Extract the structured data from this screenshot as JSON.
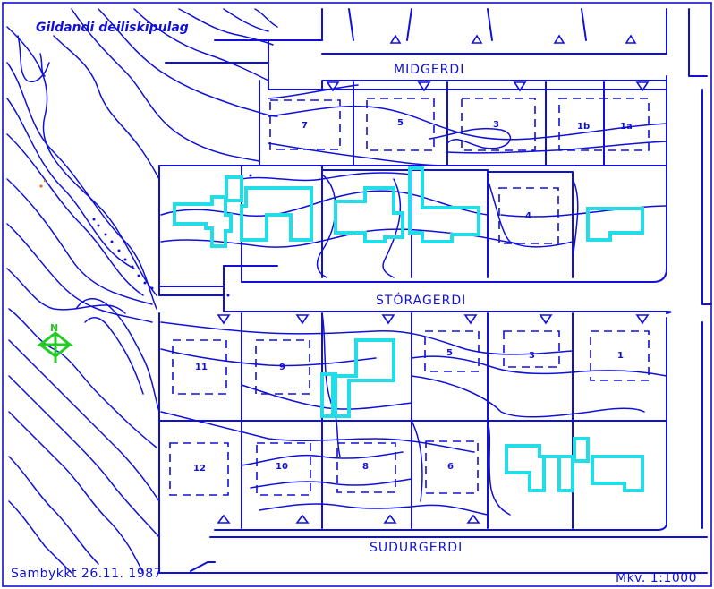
{
  "map": {
    "title": "Gildandi deiliskipulag",
    "approval": "Sambykkt 26.11. 1987",
    "scale": "Mkv. 1:1000",
    "north_label": "N",
    "streets": {
      "top": "MIDGERDI",
      "middle": "STÓRAGERDI",
      "bottom": "SUDURGERDI"
    },
    "lots_top": [
      "7",
      "5",
      "3",
      "1b",
      "1a"
    ],
    "lot_4": "4",
    "lots_lower_row1": [
      "11",
      "9",
      "5",
      "3",
      "1"
    ],
    "lots_lower_row2": [
      "12",
      "10",
      "8",
      "6"
    ],
    "colors": {
      "lines": "#1010d8",
      "existing_buildings": "#22dde8",
      "north_arrow": "#22cc22",
      "accent_dots": "#e07020"
    }
  }
}
